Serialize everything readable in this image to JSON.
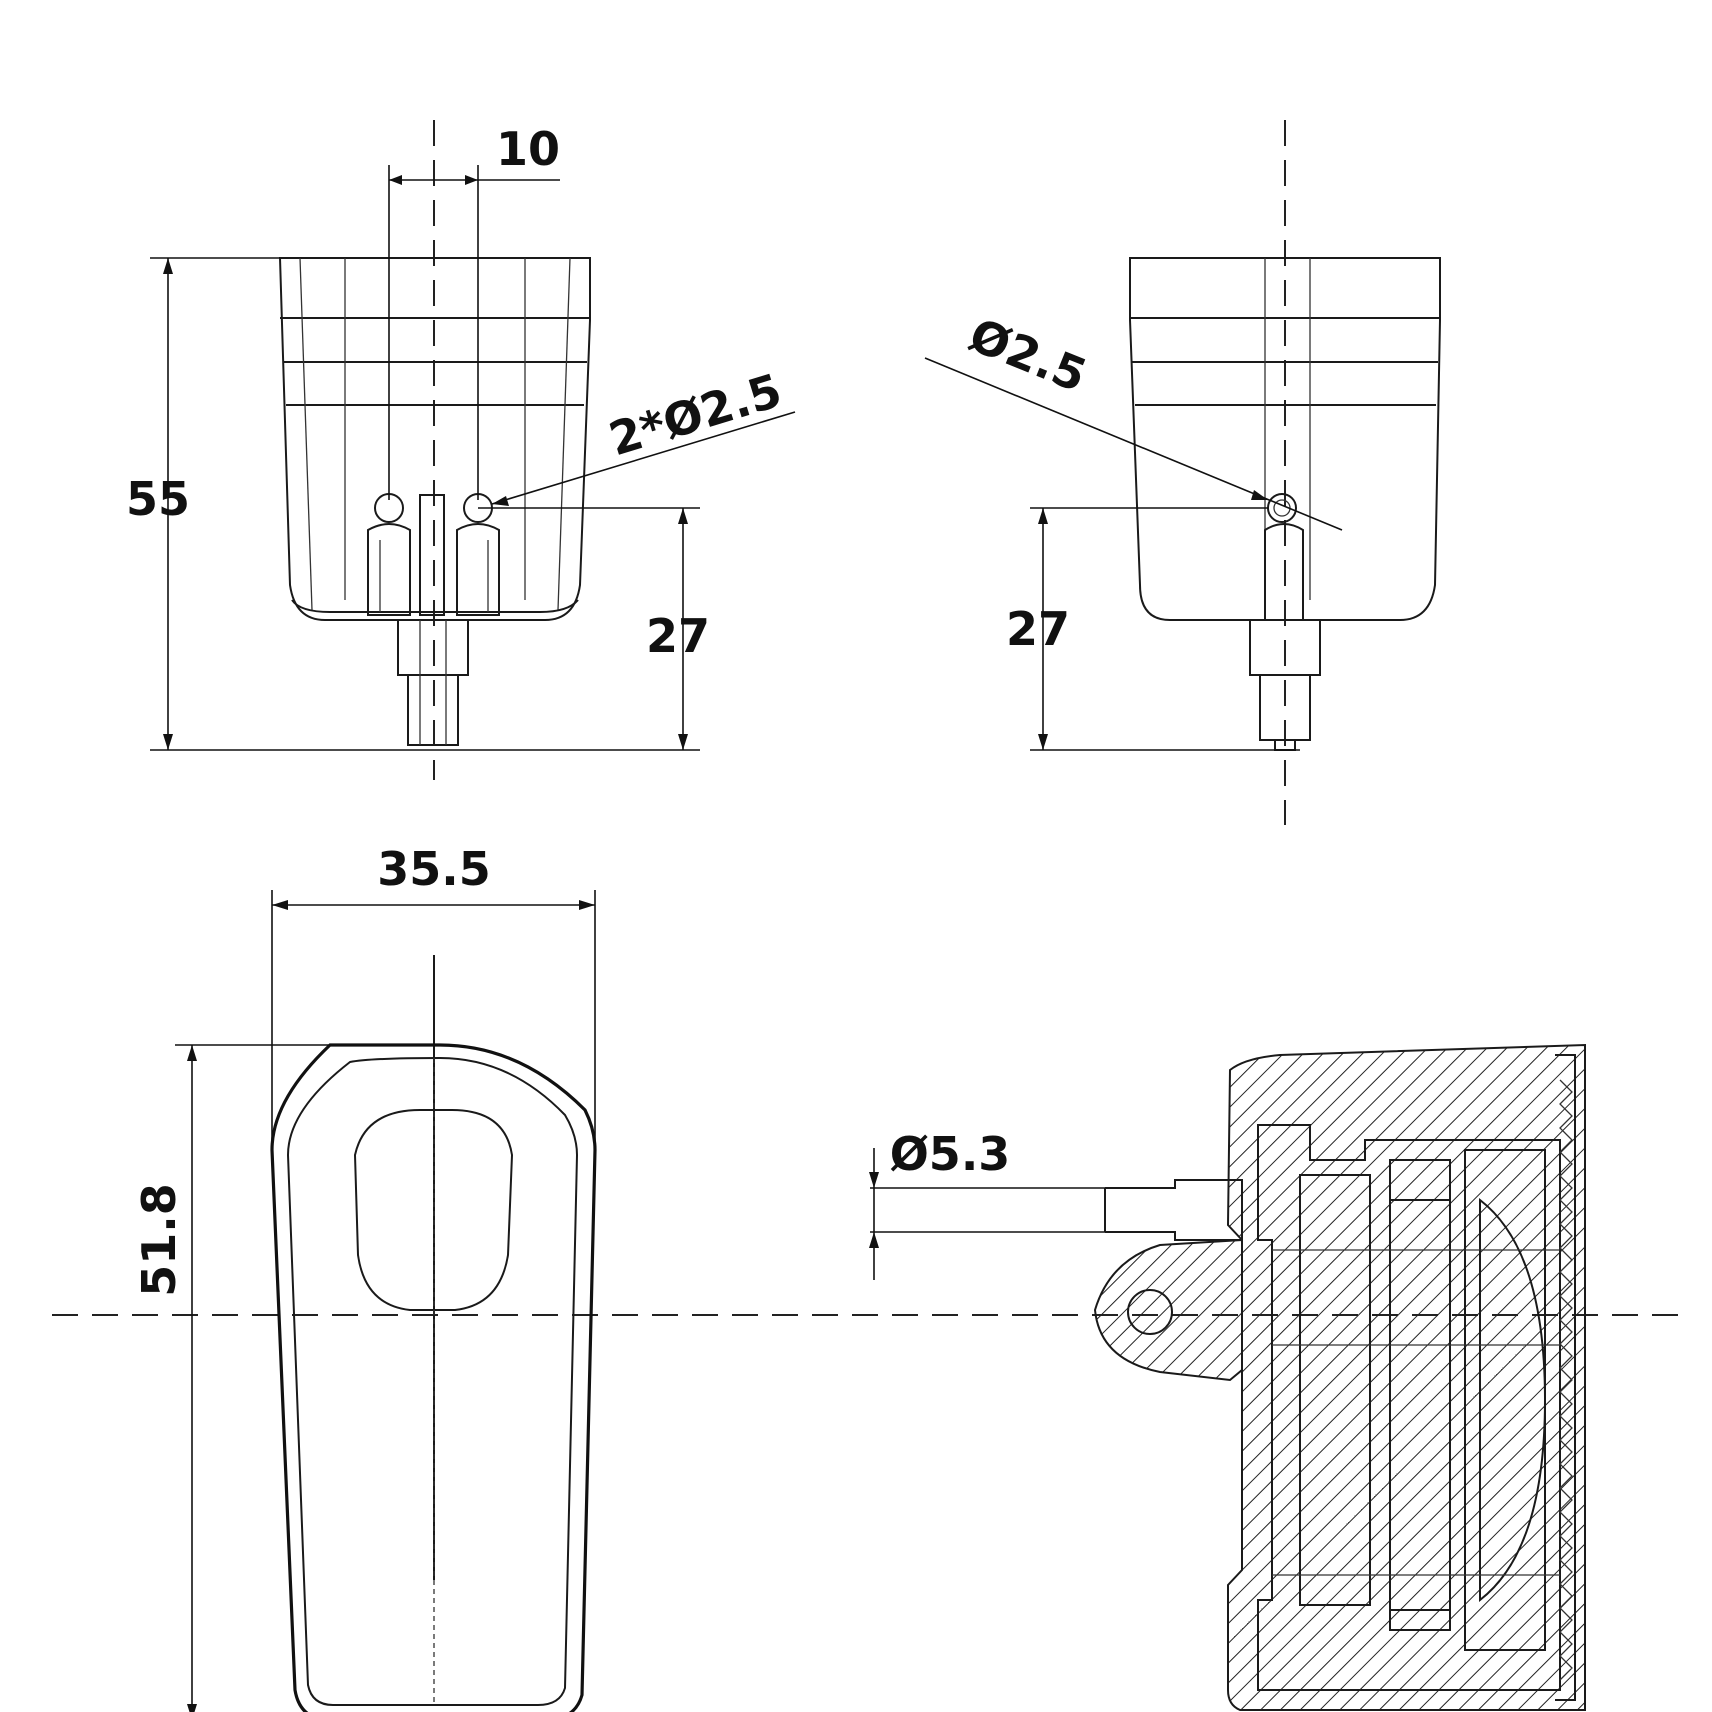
{
  "dimensions": {
    "pin_spacing": "10",
    "height_total": "55",
    "height_mount_left": "27",
    "holes_left": "2*Ø2.5",
    "hole_right": "Ø2.5",
    "height_mount_right": "27",
    "width_front": "35.5",
    "height_front": "51.8",
    "cable_diameter": "Ø5.3"
  }
}
